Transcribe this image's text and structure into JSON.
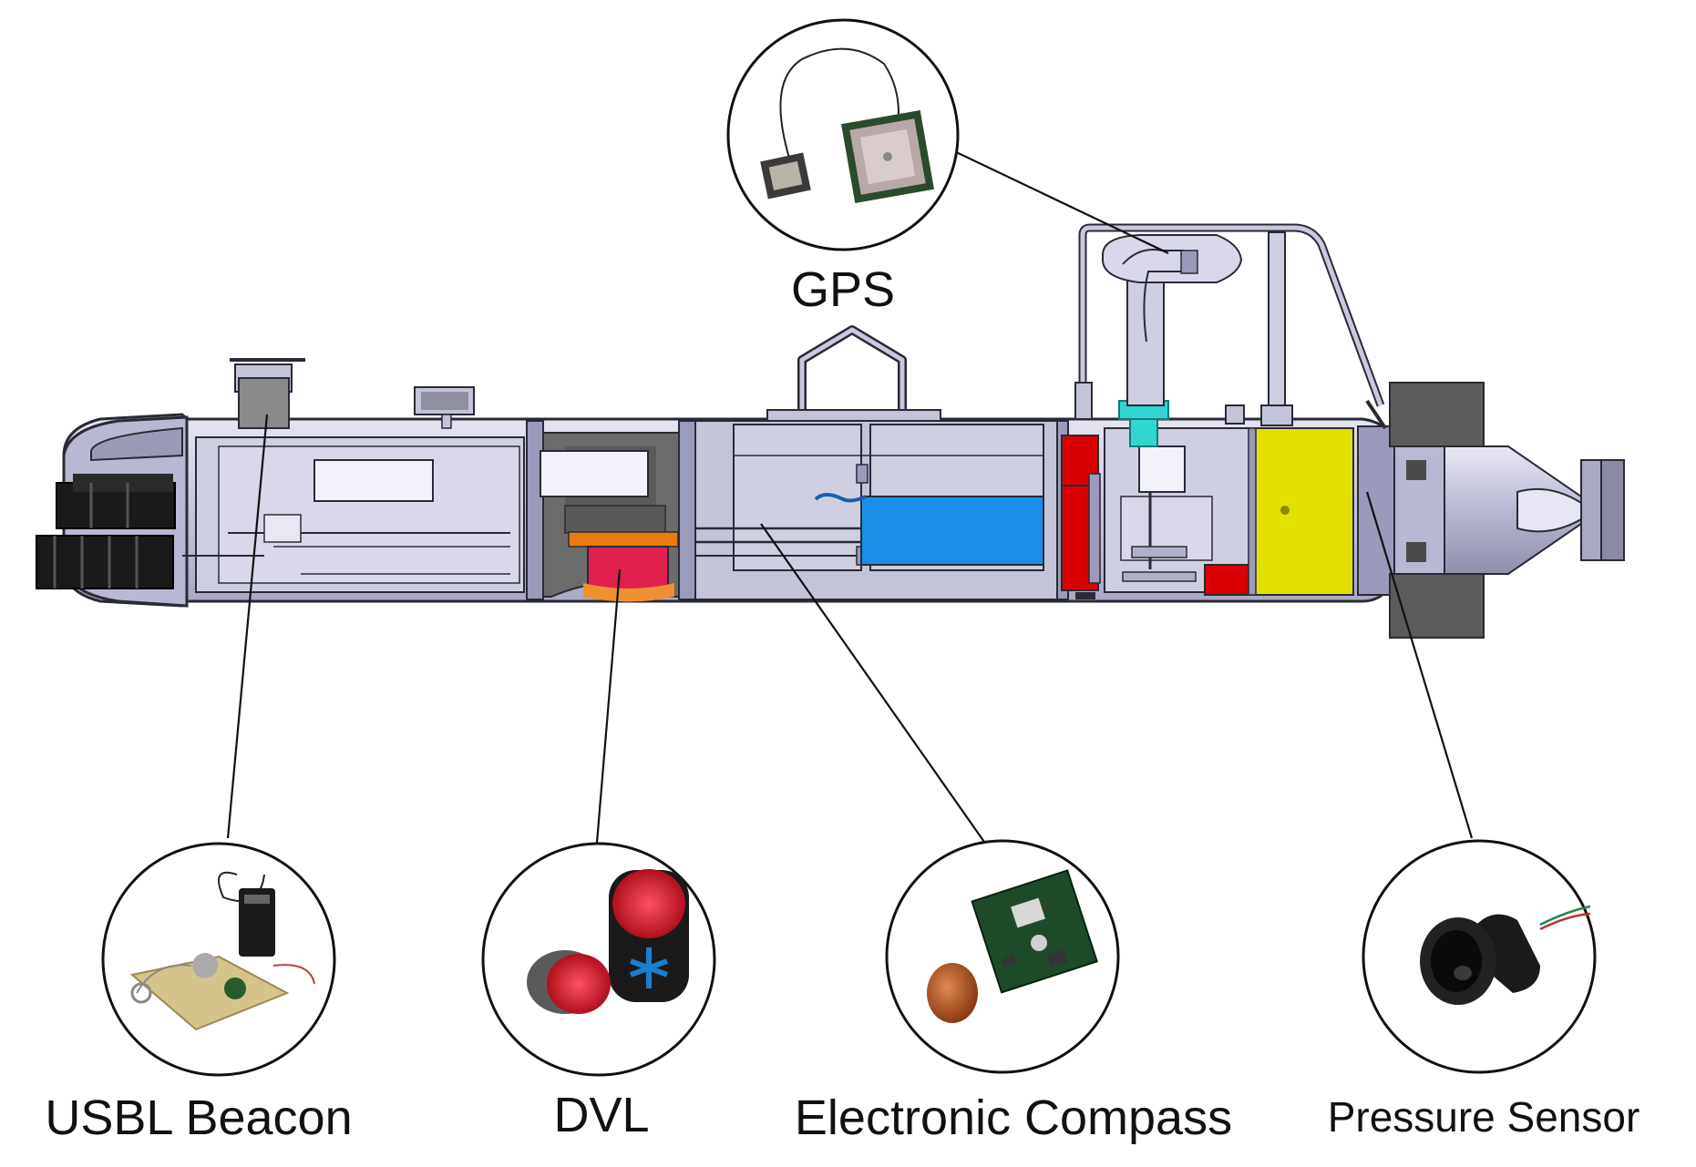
{
  "labels": {
    "gps": "GPS",
    "usbl": "USBL Beacon",
    "dvl": "DVL",
    "compass": "Electronic Compass",
    "pressure": "Pressure Sensor"
  },
  "colors": {
    "hull": "#c8c8de",
    "hull_dark": "#a9a9c4",
    "outline": "#2a2a36",
    "dvl_red": "#e0204f",
    "orange": "#e87a10",
    "battery_blue": "#1a8fe8",
    "red_block": "#d80000",
    "yellow_block": "#e3df00",
    "cyan": "#31d6d0"
  }
}
